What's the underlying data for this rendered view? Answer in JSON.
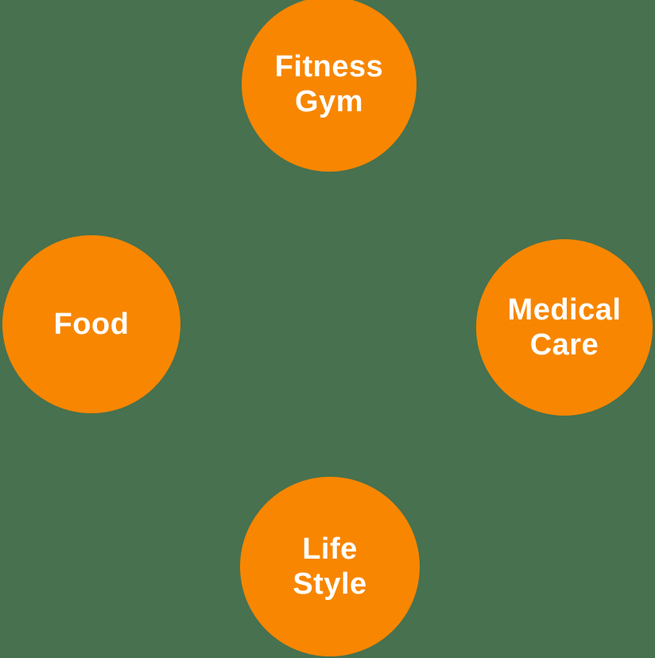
{
  "diagram": {
    "type": "cycle",
    "colors": {
      "background": "#47714F",
      "node_fill": "#F88600",
      "node_text": "#FFFFFF"
    },
    "nodes": [
      {
        "id": "fitness-gym",
        "position": "top",
        "label": "Fitness\nGym"
      },
      {
        "id": "food",
        "position": "left",
        "label": "Food"
      },
      {
        "id": "medical-care",
        "position": "right",
        "label": "Medical\nCare"
      },
      {
        "id": "life-style",
        "position": "bottom",
        "label": "Life\nStyle"
      }
    ]
  }
}
